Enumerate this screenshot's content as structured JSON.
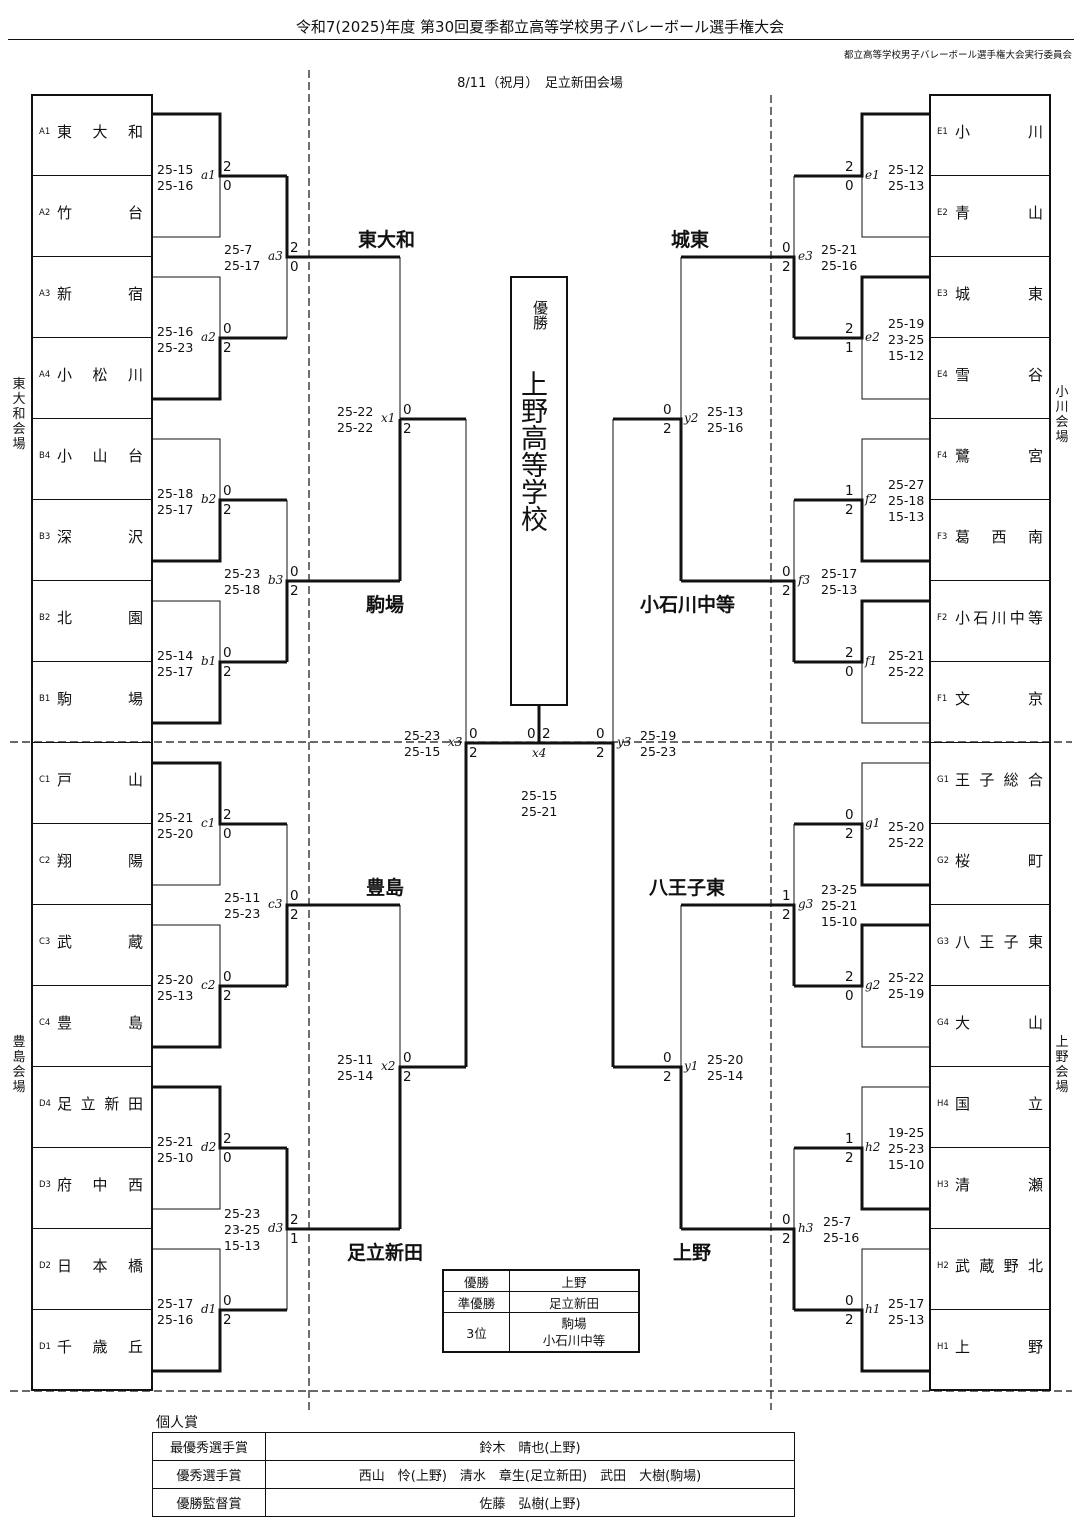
{
  "title": "令和7(2025)年度 第30回夏季都立高等学校男子バレーボール選手権大会",
  "committee": "都立高等学校男子バレーボール選手権大会実行委員会",
  "date_venue": "8/11（祝月）　足立新田会場",
  "venues": {
    "left_top": "東大和会場",
    "left_bottom": "豊島会場",
    "right_top": "小川会場",
    "right_bottom": "上野会場"
  },
  "left_teams": [
    {
      "seed": "A1",
      "name": "東大和"
    },
    {
      "seed": "A2",
      "name": "竹台"
    },
    {
      "seed": "A3",
      "name": "新宿"
    },
    {
      "seed": "A4",
      "name": "小松川"
    },
    {
      "seed": "B4",
      "name": "小山台"
    },
    {
      "seed": "B3",
      "name": "深沢"
    },
    {
      "seed": "B2",
      "name": "北園"
    },
    {
      "seed": "B1",
      "name": "駒場"
    },
    {
      "seed": "C1",
      "name": "戸山"
    },
    {
      "seed": "C2",
      "name": "翔陽"
    },
    {
      "seed": "C3",
      "name": "武蔵"
    },
    {
      "seed": "C4",
      "name": "豊島"
    },
    {
      "seed": "D4",
      "name": "足立新田"
    },
    {
      "seed": "D3",
      "name": "府中西"
    },
    {
      "seed": "D2",
      "name": "日本橋"
    },
    {
      "seed": "D1",
      "name": "千歳丘"
    }
  ],
  "right_teams": [
    {
      "seed": "E1",
      "name": "小川"
    },
    {
      "seed": "E2",
      "name": "青山"
    },
    {
      "seed": "E3",
      "name": "城東"
    },
    {
      "seed": "E4",
      "name": "雪谷"
    },
    {
      "seed": "F4",
      "name": "鷺宮"
    },
    {
      "seed": "F3",
      "name": "葛西南"
    },
    {
      "seed": "F2",
      "name": "小石川中等"
    },
    {
      "seed": "F1",
      "name": "文京"
    },
    {
      "seed": "G1",
      "name": "王子総合"
    },
    {
      "seed": "G2",
      "name": "桜町"
    },
    {
      "seed": "G3",
      "name": "八王子東"
    },
    {
      "seed": "G4",
      "name": "大山"
    },
    {
      "seed": "H4",
      "name": "国立"
    },
    {
      "seed": "H3",
      "name": "清瀬"
    },
    {
      "seed": "H2",
      "name": "武蔵野北"
    },
    {
      "seed": "H1",
      "name": "上野"
    }
  ],
  "matches": {
    "a1": {
      "label": "a1",
      "sets": "25-15\n25-16",
      "top": "2",
      "bottom": "0"
    },
    "a2": {
      "label": "a2",
      "sets": "25-16\n25-23",
      "top": "0",
      "bottom": "2"
    },
    "a3": {
      "label": "a3",
      "sets": "25-7\n25-17",
      "top": "2",
      "bottom": "0"
    },
    "b2": {
      "label": "b2",
      "sets": "25-18\n25-17",
      "top": "0",
      "bottom": "2"
    },
    "b1": {
      "label": "b1",
      "sets": "25-14\n25-17",
      "top": "0",
      "bottom": "2"
    },
    "b3": {
      "label": "b3",
      "sets": "25-23\n25-18",
      "top": "0",
      "bottom": "2"
    },
    "c1": {
      "label": "c1",
      "sets": "25-21\n25-20",
      "top": "2",
      "bottom": "0"
    },
    "c2": {
      "label": "c2",
      "sets": "25-20\n25-13",
      "top": "0",
      "bottom": "2"
    },
    "c3": {
      "label": "c3",
      "sets": "25-11\n25-23",
      "top": "0",
      "bottom": "2"
    },
    "d2": {
      "label": "d2",
      "sets": "25-21\n25-10",
      "top": "2",
      "bottom": "0"
    },
    "d1": {
      "label": "d1",
      "sets": "25-17\n25-16",
      "top": "0",
      "bottom": "2"
    },
    "d3": {
      "label": "d3",
      "sets": "25-23\n23-25\n15-13",
      "top": "2",
      "bottom": "1"
    },
    "x1": {
      "label": "x1",
      "sets": "25-22\n25-22",
      "top": "0",
      "bottom": "2"
    },
    "x2": {
      "label": "x2",
      "sets": "25-11\n25-14",
      "top": "0",
      "bottom": "2"
    },
    "x3": {
      "label": "x3",
      "sets": "25-23\n25-15",
      "top": "0",
      "bottom": "2"
    },
    "x4": {
      "label": "x4",
      "sets": "25-15\n25-21",
      "top": "0",
      "bottom": "2"
    },
    "e1": {
      "label": "e1",
      "sets": "25-12\n25-13",
      "top": "2",
      "bottom": "0"
    },
    "e2": {
      "label": "e2",
      "sets": "25-19\n23-25\n15-12",
      "top": "2",
      "bottom": "1"
    },
    "e3": {
      "label": "e3",
      "sets": "25-21\n25-16",
      "top": "0",
      "bottom": "2"
    },
    "f2": {
      "label": "f2",
      "sets": "25-27\n25-18\n15-13",
      "top": "1",
      "bottom": "2"
    },
    "f1": {
      "label": "f1",
      "sets": "25-21\n25-22",
      "top": "2",
      "bottom": "0"
    },
    "f3": {
      "label": "f3",
      "sets": "25-17\n25-13",
      "top": "0",
      "bottom": "2"
    },
    "g1": {
      "label": "g1",
      "sets": "25-20\n25-22",
      "top": "0",
      "bottom": "2"
    },
    "g2": {
      "label": "g2",
      "sets": "25-22\n25-19",
      "top": "2",
      "bottom": "0"
    },
    "g3": {
      "label": "g3",
      "sets": "23-25\n25-21\n15-10",
      "top": "1",
      "bottom": "2"
    },
    "h2": {
      "label": "h2",
      "sets": "19-25\n25-23\n15-10",
      "top": "1",
      "bottom": "2"
    },
    "h1": {
      "label": "h1",
      "sets": "25-17\n25-13",
      "top": "0",
      "bottom": "2"
    },
    "h3": {
      "label": "h3",
      "sets": "25-7\n25-16",
      "top": "0",
      "bottom": "2"
    },
    "y2": {
      "label": "y2",
      "sets": "25-13\n25-16",
      "top": "0",
      "bottom": "2"
    },
    "y1": {
      "label": "y1",
      "sets": "25-20\n25-14",
      "top": "0",
      "bottom": "2"
    },
    "y3": {
      "label": "y3",
      "sets": "25-19\n25-23",
      "top": "0",
      "bottom": "2"
    }
  },
  "semifinalists": {
    "tl": "東大和",
    "ml": "駒場",
    "bl1": "豊島",
    "bl2": "足立新田",
    "tr": "城東",
    "mr": "小石川中等",
    "br1": "八王子東",
    "br2": "上野"
  },
  "champion": {
    "label": "優勝",
    "name": "上野高等学校"
  },
  "results": {
    "rows": [
      {
        "rank": "優勝",
        "team": "上野"
      },
      {
        "rank": "準優勝",
        "team": "足立新田"
      },
      {
        "rank": "3位",
        "team": "駒場",
        "team2": "小石川中等"
      }
    ]
  },
  "awards": {
    "heading": "個人賞",
    "rows": [
      {
        "award": "最優秀選手賞",
        "winner": "鈴木　晴也(上野)"
      },
      {
        "award": "優秀選手賞",
        "winner": "西山　怜(上野)　清水　章生(足立新田)　武田　大樹(駒場)"
      },
      {
        "award": "優勝監督賞",
        "winner": "佐藤　弘樹(上野)"
      }
    ]
  }
}
